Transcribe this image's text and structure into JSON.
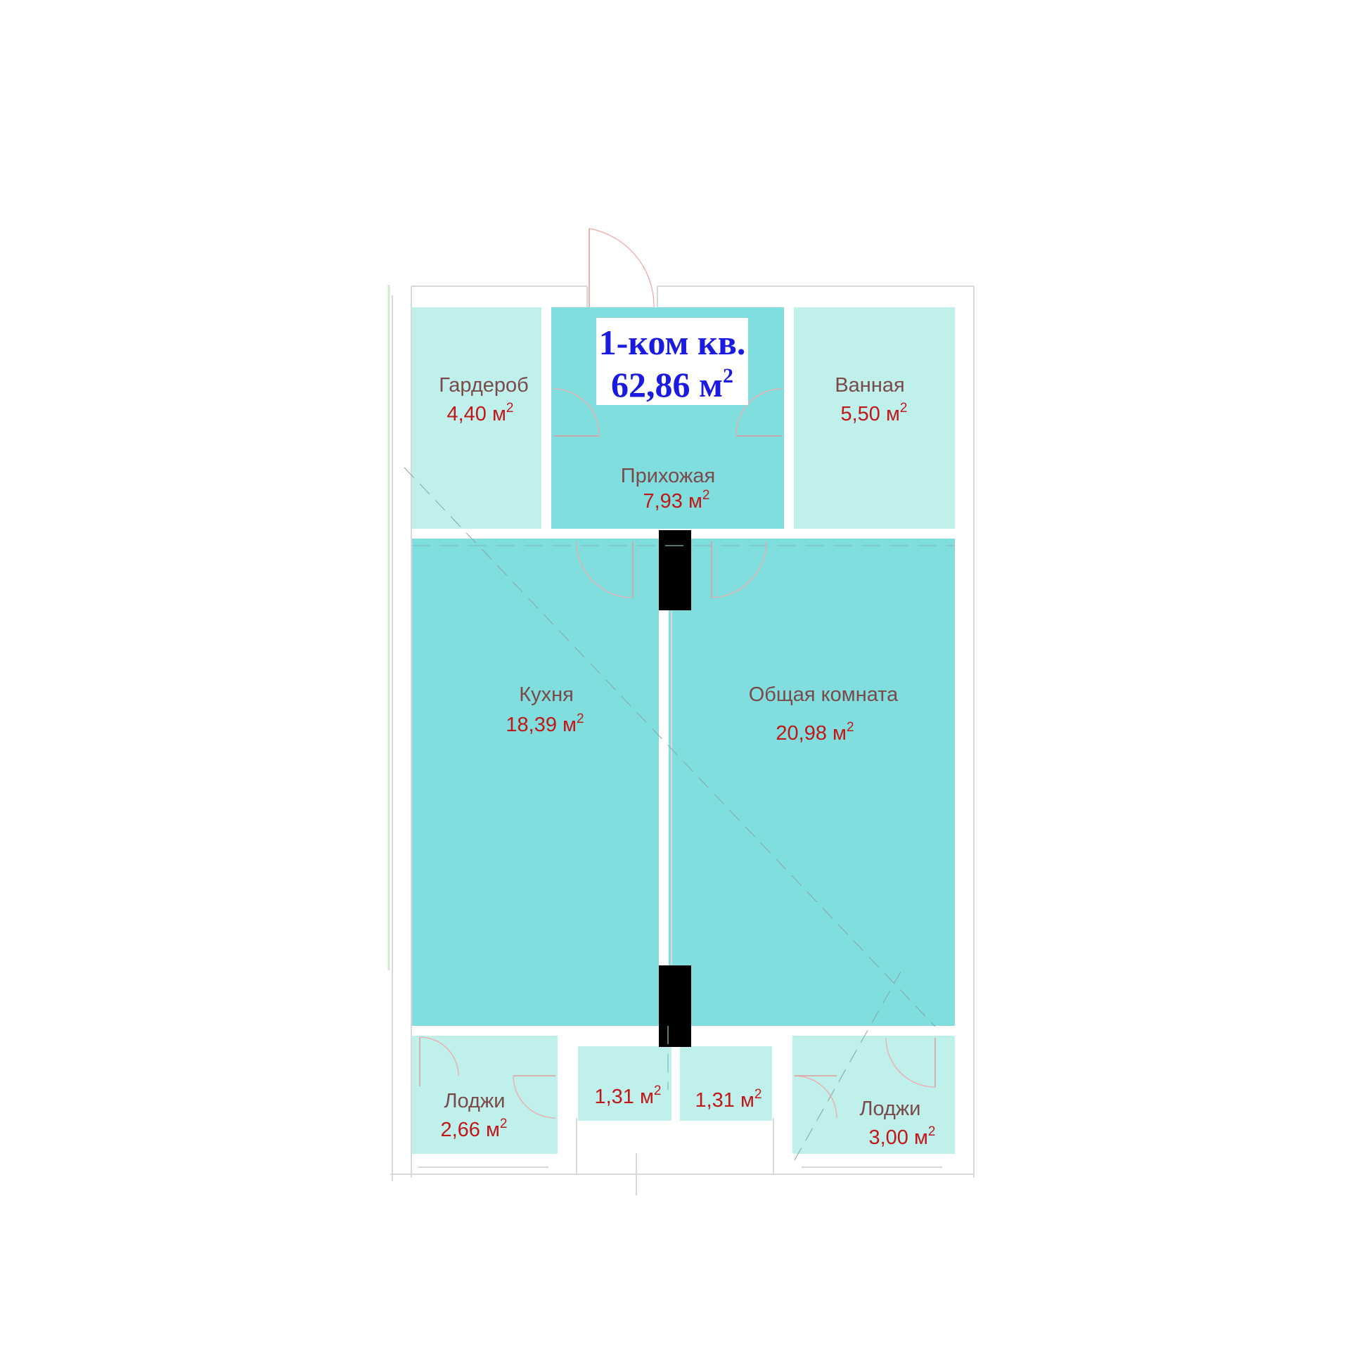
{
  "plan": {
    "title": {
      "line1": "1-ком кв.",
      "line2_value": "62,86 м",
      "line2_sup": "2"
    },
    "area_unit_sup": "2",
    "colors": {
      "room_dark": "#80dfde",
      "room_light": "#bff0ec",
      "room_name_text": "#7a4a4a",
      "area_text": "#c01818",
      "title_text": "#1a1ae0",
      "column": "#000000"
    },
    "rooms": [
      {
        "key": "wardrobe",
        "name": "Гардероб",
        "area": "4,40 м"
      },
      {
        "key": "hallway",
        "name": "Прихожая",
        "area": "7,93 м"
      },
      {
        "key": "bathroom",
        "name": "Ванная",
        "area": "5,50 м"
      },
      {
        "key": "kitchen",
        "name": "Кухня",
        "area": "18,39 м"
      },
      {
        "key": "living",
        "name": "Общая комната",
        "area": "20,98 м"
      },
      {
        "key": "loggia_left",
        "name": "Лоджи",
        "area": "2,66 м"
      },
      {
        "key": "closet_left",
        "name": "",
        "area": "1,31 м"
      },
      {
        "key": "closet_right",
        "name": "",
        "area": "1,31 м"
      },
      {
        "key": "loggia_right",
        "name": "Лоджи",
        "area": "3,00 м"
      }
    ]
  }
}
